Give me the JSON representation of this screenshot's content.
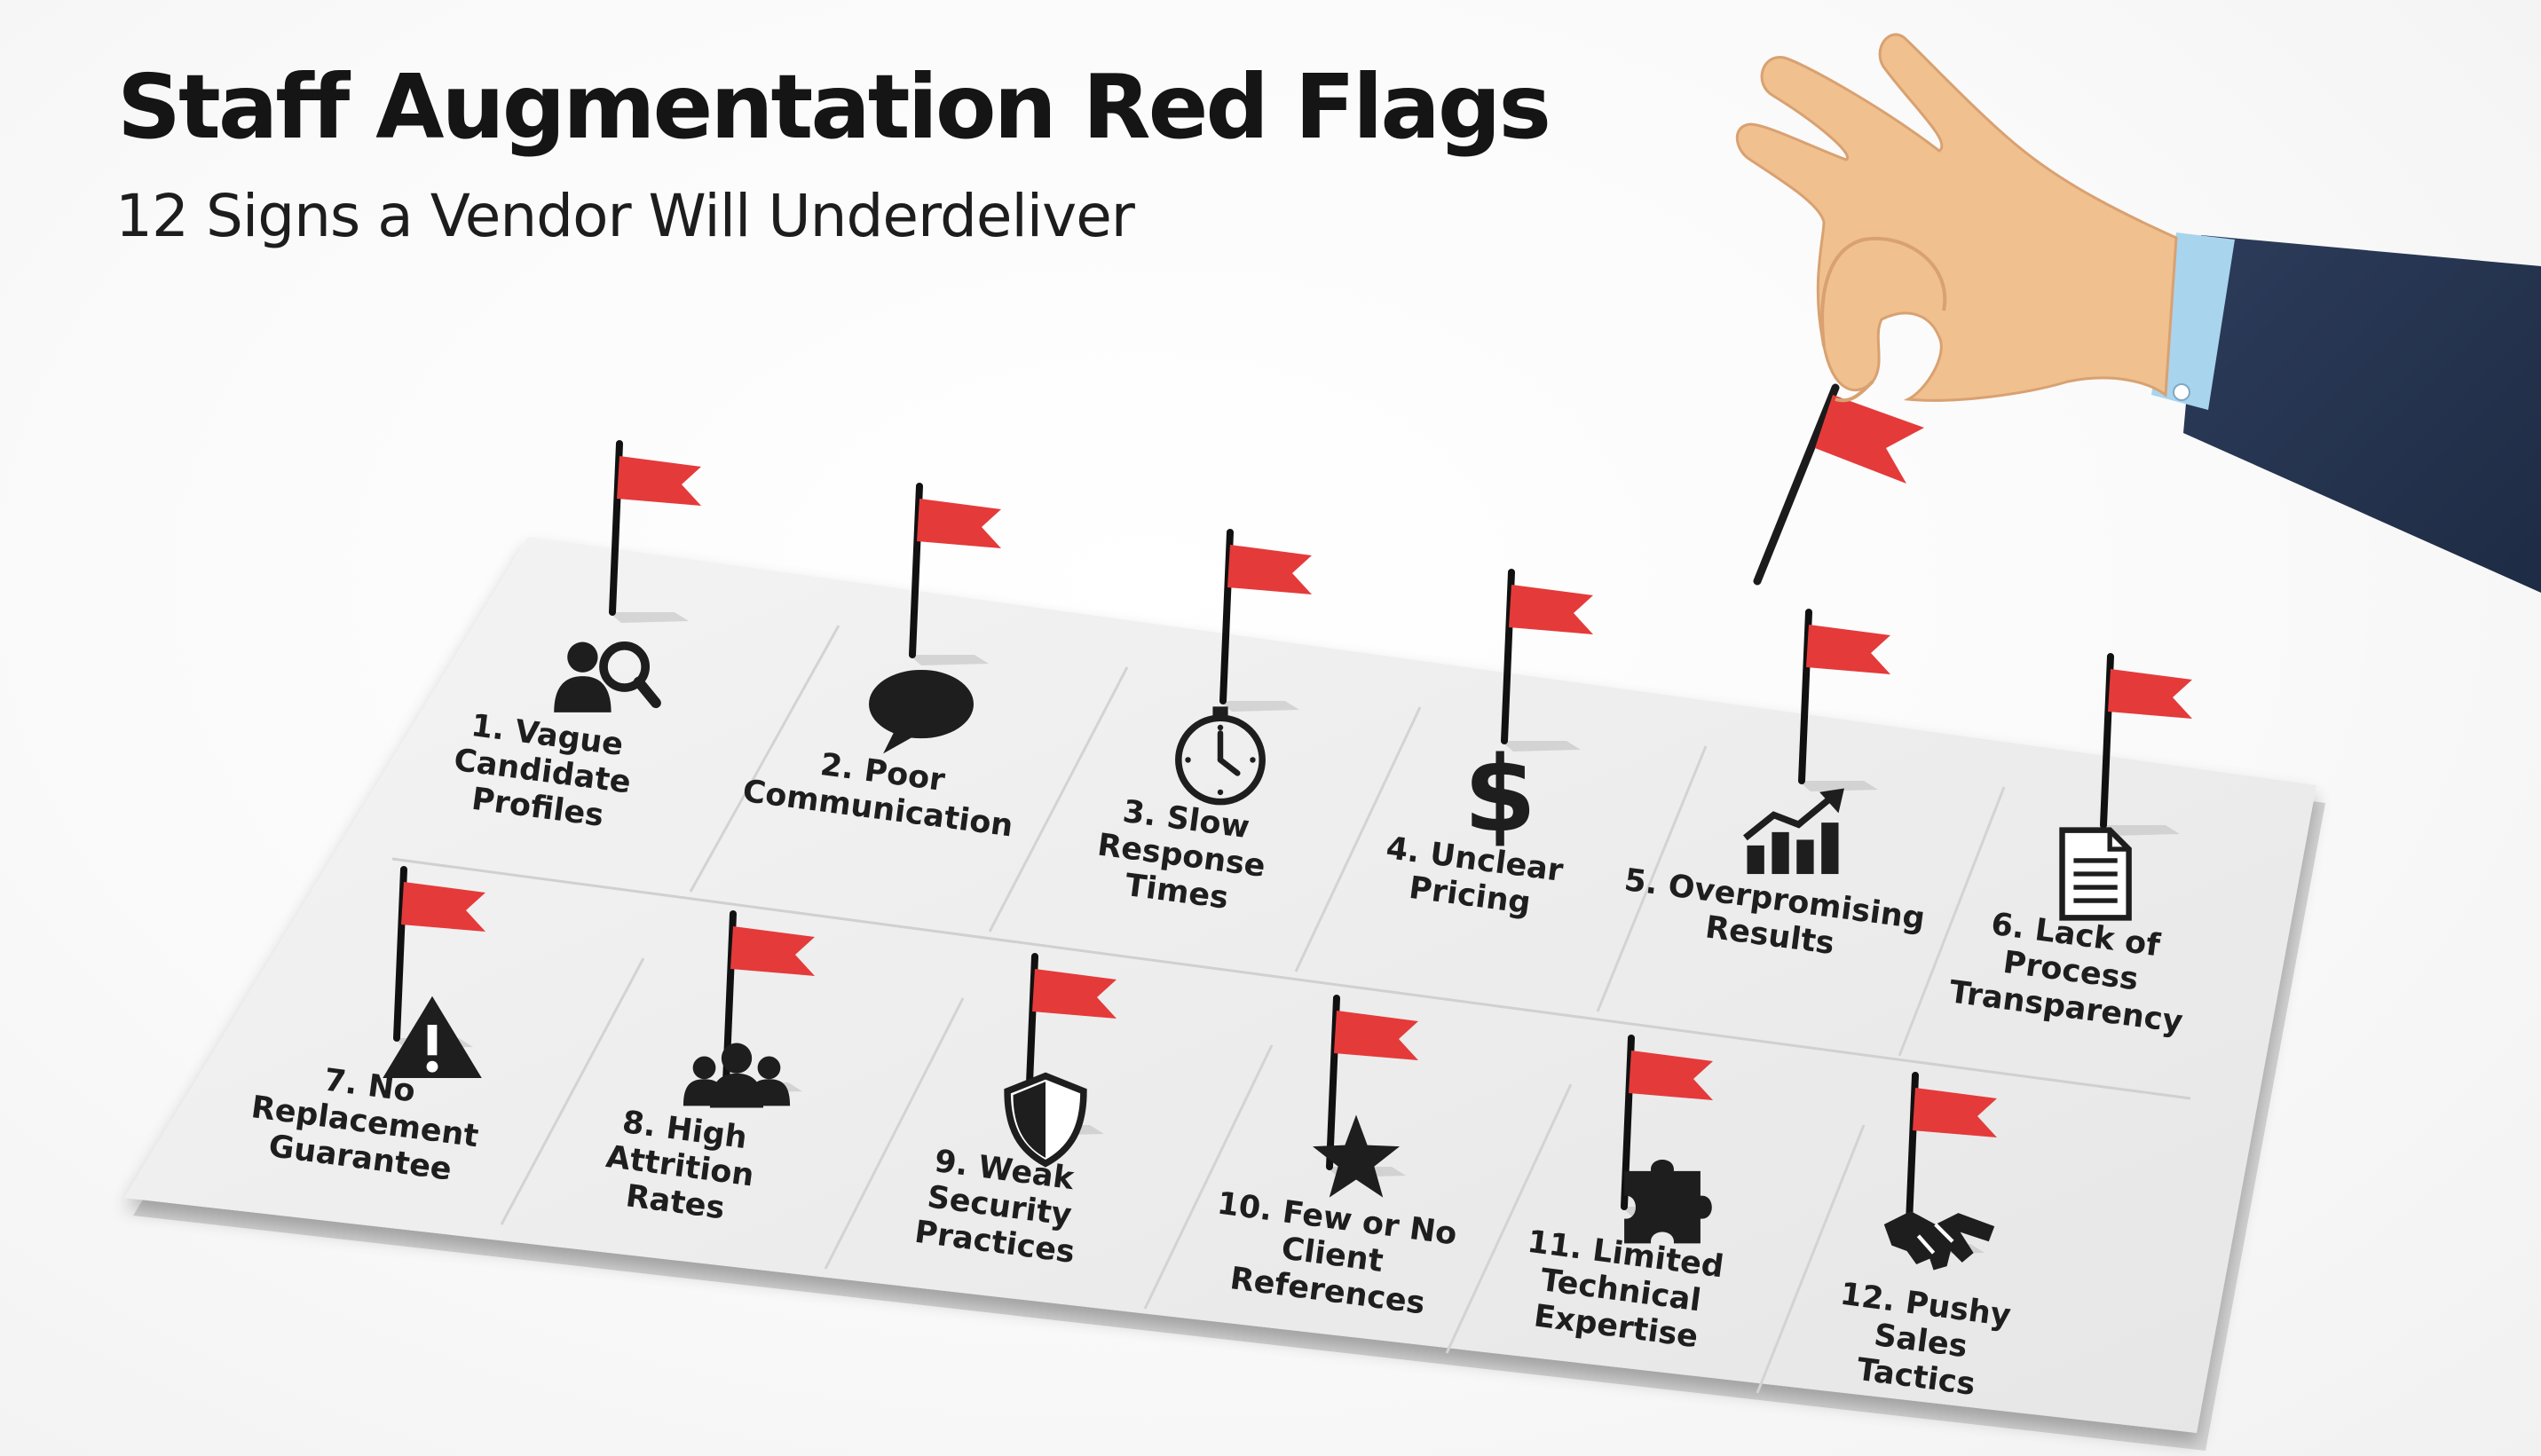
{
  "header": {
    "title": "Staff Augmentation Red Flags",
    "subtitle": "12 Signs a Vendor Will Underdeliver"
  },
  "colors": {
    "flag_red": "#e53a3a",
    "board": "#ececec",
    "ink": "#1e1e1e",
    "sleeve": "#273651",
    "cuff": "#a9d4ee",
    "skin": "#f0c08f"
  },
  "flags": [
    {
      "number": "1.",
      "lines": [
        "Vague",
        "Candidate",
        "Profiles"
      ],
      "icon": "person-search-icon"
    },
    {
      "number": "2.",
      "lines": [
        "Poor",
        "Communication"
      ],
      "icon": "speech-bubble-icon"
    },
    {
      "number": "3.",
      "lines": [
        "Slow",
        "Response",
        "Times"
      ],
      "icon": "stopwatch-icon"
    },
    {
      "number": "4.",
      "lines": [
        "Unclear",
        "Pricing"
      ],
      "icon": "dollar-sign-icon"
    },
    {
      "number": "5.",
      "lines": [
        "Overpromising",
        "Results"
      ],
      "icon": "growth-chart-icon"
    },
    {
      "number": "6.",
      "lines": [
        "Lack of",
        "Process",
        "Transparency"
      ],
      "icon": "document-icon"
    },
    {
      "number": "7.",
      "lines": [
        "No",
        "Replacement",
        "Guarantee"
      ],
      "icon": "warning-triangle-icon"
    },
    {
      "number": "8.",
      "lines": [
        "High",
        "Attrition",
        "Rates"
      ],
      "icon": "people-group-icon"
    },
    {
      "number": "9.",
      "lines": [
        "Weak",
        "Security",
        "Practices"
      ],
      "icon": "shield-icon"
    },
    {
      "number": "10.",
      "lines": [
        "Few or No",
        "Client",
        "References"
      ],
      "icon": "star-icon"
    },
    {
      "number": "11.",
      "lines": [
        "Limited",
        "Technical",
        "Expertise"
      ],
      "icon": "puzzle-piece-icon"
    },
    {
      "number": "12.",
      "lines": [
        "Pushy",
        "Sales",
        "Tactics"
      ],
      "icon": "handshake-icon"
    }
  ]
}
